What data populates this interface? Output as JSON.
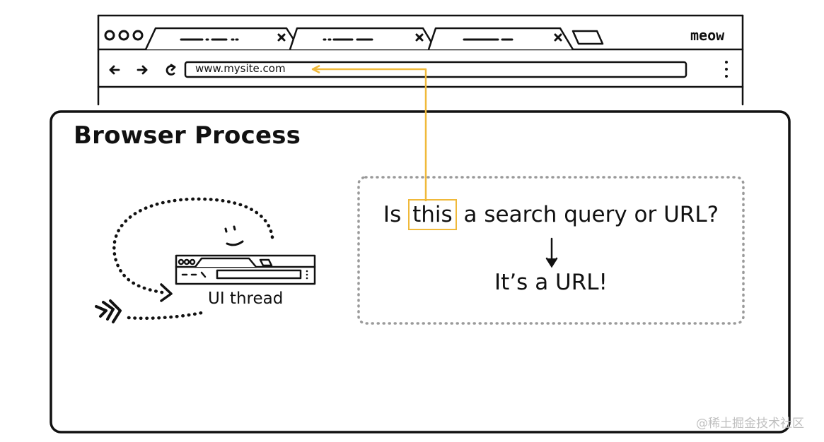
{
  "browser": {
    "url": "www.mysite.com",
    "brand": "meow"
  },
  "diagram": {
    "process_label": "Browser Process",
    "thread_label": "UI thread",
    "question_prefix": "Is",
    "question_highlight": "this",
    "question_suffix": "a search query or URL?",
    "answer": "It’s a URL!"
  },
  "watermark": "@稀土掘金技术社区",
  "colors": {
    "highlight": "#f0b93a",
    "stroke": "#111111",
    "dotted_box": "#9a9a9a"
  },
  "icons": [
    "back-arrow-icon",
    "forward-arrow-icon",
    "reload-icon",
    "menu-dots-icon",
    "close-icon",
    "new-tab-icon",
    "smiley-face-icon",
    "speed-lines-icon"
  ]
}
